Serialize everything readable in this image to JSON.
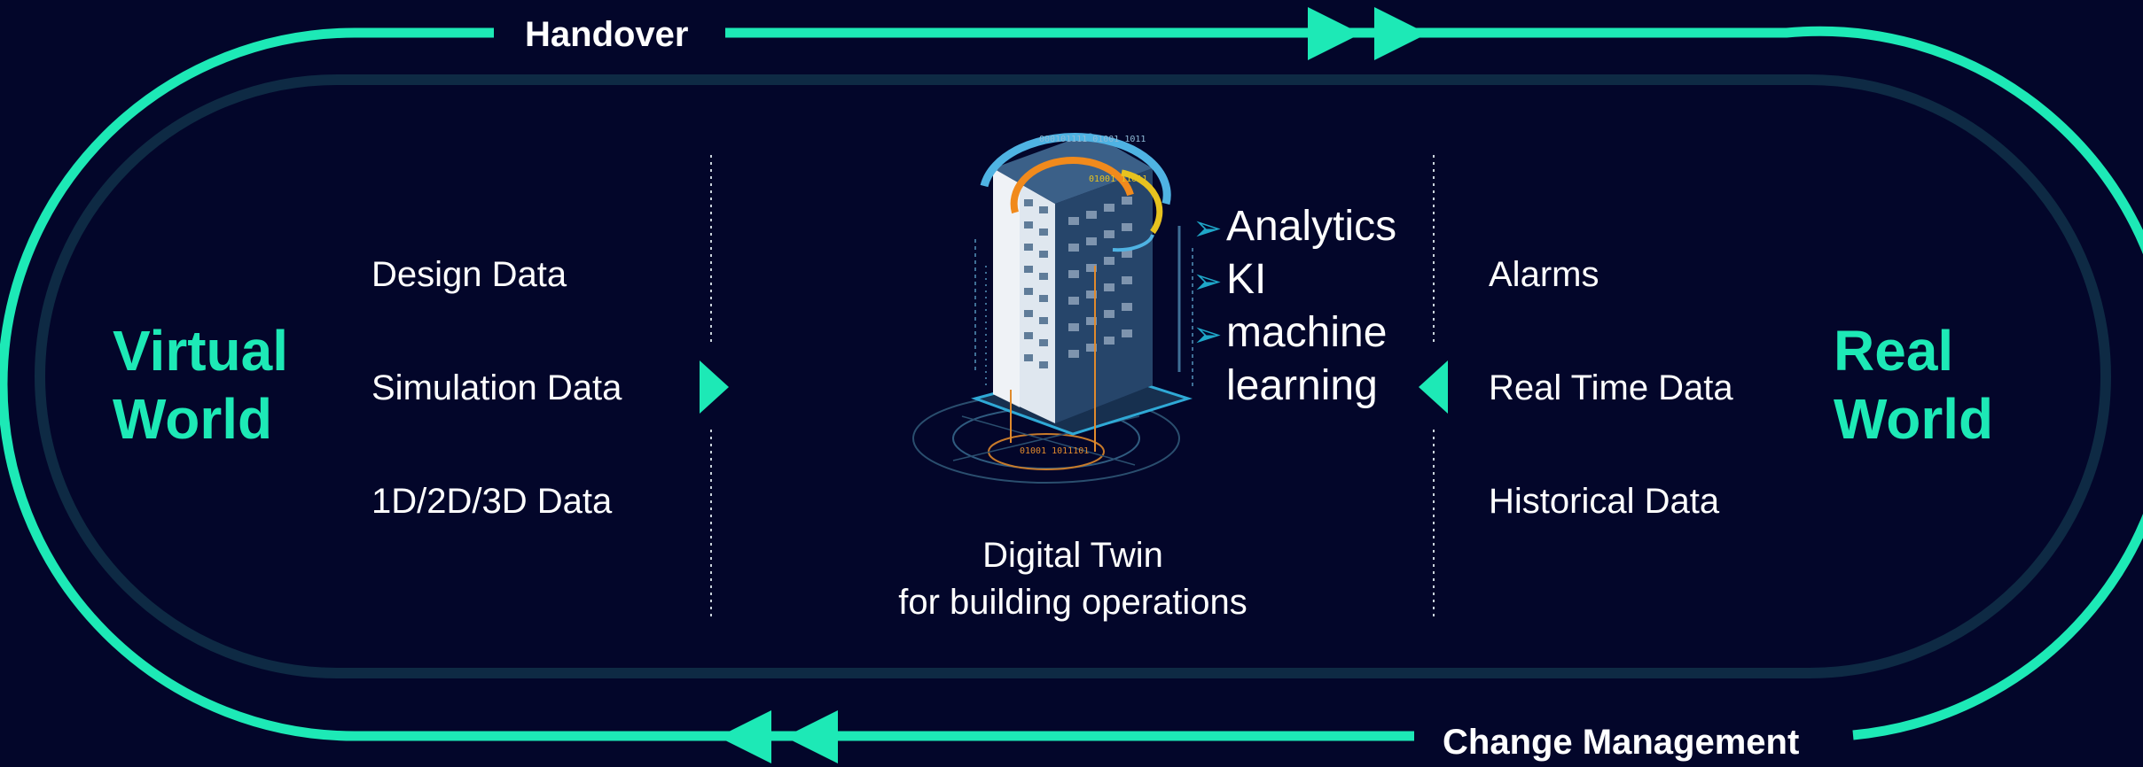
{
  "diagram": {
    "flows": {
      "top_label": "Handover",
      "bottom_label": "Change Management"
    },
    "left": {
      "world_title": "Virtual\nWorld",
      "items": [
        "Design Data",
        "Simulation Data",
        "1D/2D/3D Data"
      ]
    },
    "right": {
      "world_title": "Real\nWorld",
      "items": [
        "Alarms",
        "Real Time Data",
        "Historical Data"
      ]
    },
    "center": {
      "bullets": [
        "Analytics",
        "KI",
        "machine",
        "learning"
      ],
      "title_line1": "Digital Twin",
      "title_line2": "for building operations",
      "illustration_texts": [
        "000101111 01001 1011",
        "01001 11011",
        "01001 1011101"
      ]
    },
    "colors": {
      "background": "#03062a",
      "accent": "#1de9b6",
      "inner_loop": "#0e2a44",
      "bullet_arrow": "#1fa7c9"
    },
    "icons": {
      "bullet": "arrow-bullet-icon",
      "building": "digital-twin-building-icon"
    }
  }
}
